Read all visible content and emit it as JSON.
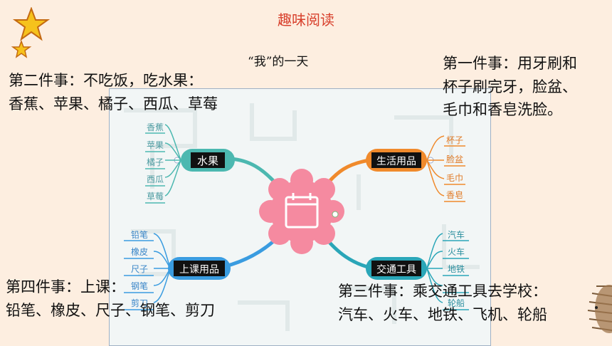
{
  "slide": {
    "title": "趣味阅读",
    "subtitle": "“我”的一天"
  },
  "events": {
    "first": {
      "line1": "第一件事：用牙刷和",
      "line2": "杯子刷完牙，脸盆、",
      "line3": "毛巾和香皂洗脸。"
    },
    "second": {
      "line1": "第二件事：不吃饭，吃水果：",
      "line2": "香蕉、苹果、橘子、西瓜、草莓"
    },
    "third": {
      "line1": "第三件事：乘交通工具去学校：",
      "line2": "汽车、火车、地铁、飞机、轮船"
    },
    "fourth": {
      "line1": "第四件事：上课：",
      "line2": "铅笔、橡皮、尺子、钢笔、剪刀"
    }
  },
  "mindmap": {
    "fruit": {
      "label": "水果",
      "items": [
        "香蕉",
        "苹果",
        "橘子",
        "西瓜",
        "草莓"
      ]
    },
    "daily": {
      "label": "生活用品",
      "items": [
        "杯子",
        "脸盆",
        "毛巾",
        "香皂"
      ]
    },
    "school": {
      "label": "上课用品",
      "items": [
        "铅笔",
        "橡皮",
        "尺子",
        "钢笔",
        "剪刀"
      ]
    },
    "transport": {
      "label": "交通工具",
      "items": [
        "汽车",
        "火车",
        "地铁",
        "",
        "轮船"
      ]
    }
  },
  "colors": {
    "title": "#d8402c",
    "fruit": "#4cb8b0",
    "daily": "#f08a2c",
    "school": "#3a9ce0",
    "transport": "#2aa6b8",
    "center": "#f58aa0"
  }
}
